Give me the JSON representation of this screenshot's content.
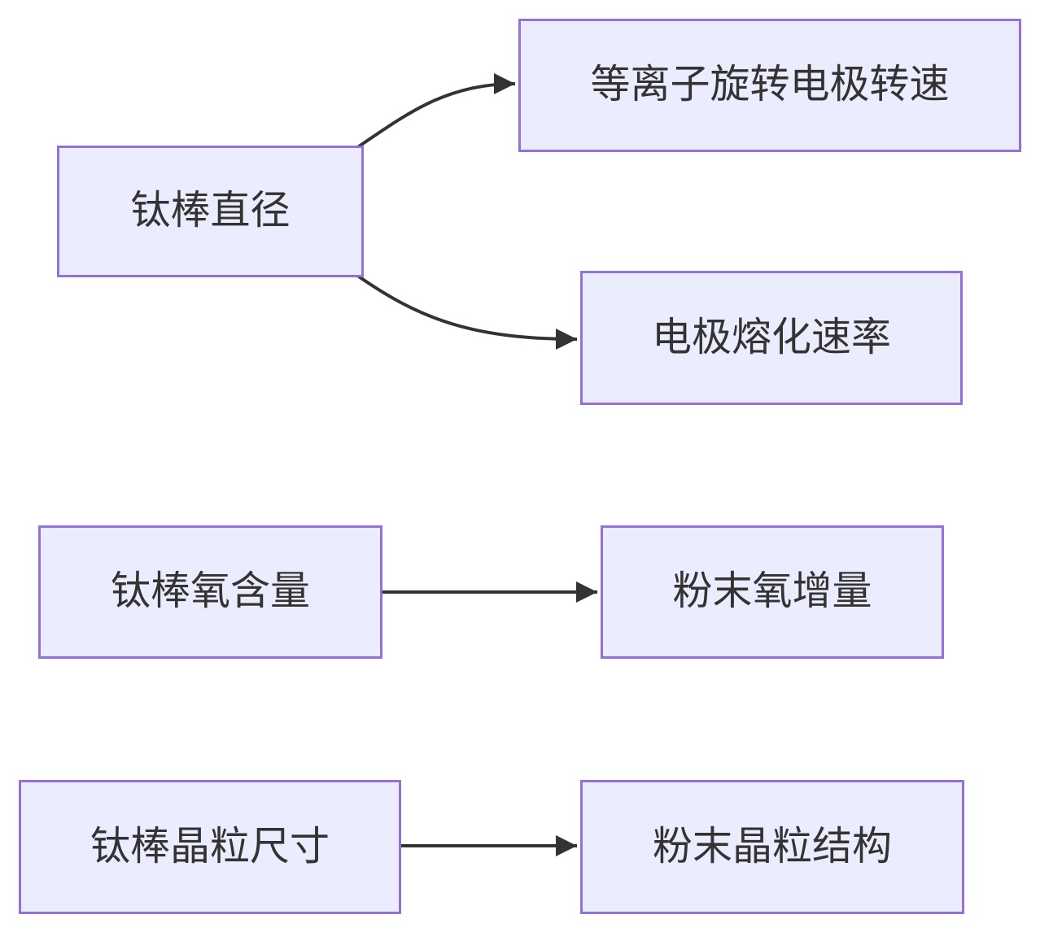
{
  "diagram": {
    "type": "flowchart",
    "direction": "left-to-right",
    "nodes": [
      {
        "id": "A",
        "label": "钛棒直径"
      },
      {
        "id": "B",
        "label": "等离子旋转电极转速"
      },
      {
        "id": "C",
        "label": "电极熔化速率"
      },
      {
        "id": "D",
        "label": "钛棒氧含量"
      },
      {
        "id": "E",
        "label": "粉末氧增量"
      },
      {
        "id": "F",
        "label": "钛棒晶粒尺寸"
      },
      {
        "id": "G",
        "label": "粉末晶粒结构"
      }
    ],
    "edges": [
      {
        "from": "钛棒直径",
        "to": "等离子旋转电极转速",
        "style": "curved-arrow"
      },
      {
        "from": "钛棒直径",
        "to": "电极熔化速率",
        "style": "curved-arrow"
      },
      {
        "from": "钛棒氧含量",
        "to": "粉末氧增量",
        "style": "straight-arrow"
      },
      {
        "from": "钛棒晶粒尺寸",
        "to": "粉末晶粒结构",
        "style": "straight-arrow"
      }
    ],
    "colors": {
      "node_fill": "#ECECFF",
      "node_border": "#9370DB",
      "edge": "#333333",
      "text": "#333333",
      "background": "#FFFFFF"
    }
  }
}
